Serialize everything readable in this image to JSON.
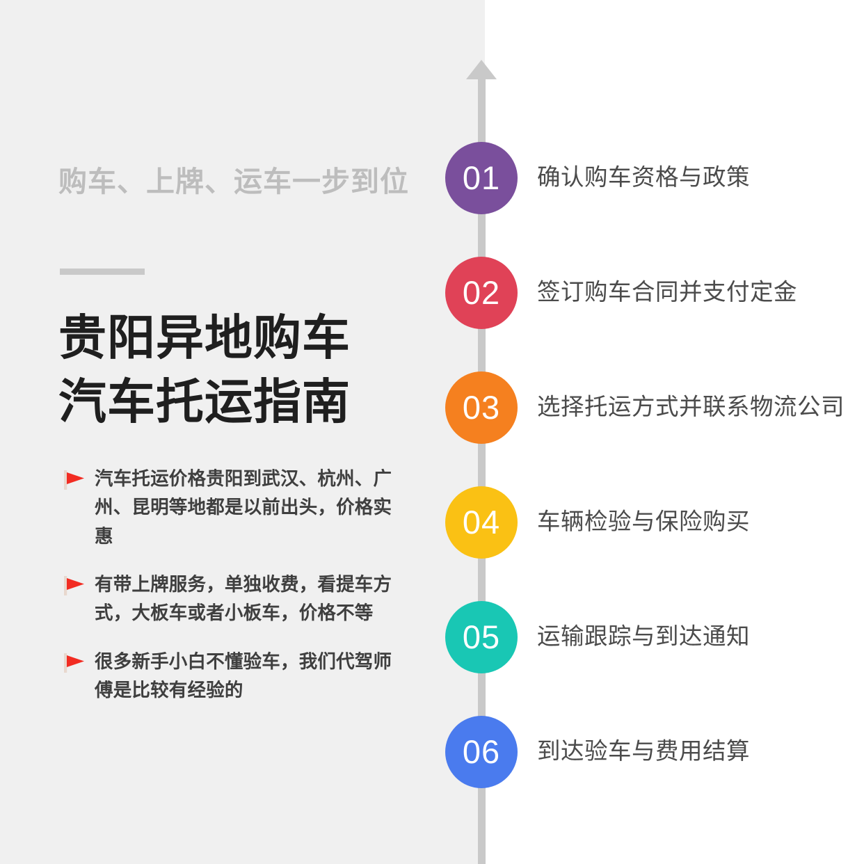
{
  "background": {
    "left_panel_color": "#f0f0f0",
    "right_panel_color": "#ffffff",
    "axis_color": "#c9c9c9"
  },
  "left": {
    "eyebrow": "购车、上牌、运车一步到位",
    "title_line1": "贵阳异地购车",
    "title_line2": "汽车托运指南",
    "title_color": "#1f1f1f",
    "eyebrow_color": "#bdbdbd",
    "bullets": [
      {
        "icon": "red-flag-icon",
        "text": "汽车托运价格贵阳到武汉、杭州、广州、昆明等地都是以前出头，价格实惠"
      },
      {
        "icon": "red-flag-icon",
        "text": "有带上牌服务，单独收费，看提车方式，大板车或者小板车，价格不等"
      },
      {
        "icon": "red-flag-icon",
        "text": "很多新手小白不懂验车，我们代驾师傅是比较有经验的"
      }
    ]
  },
  "timeline": {
    "arrow_direction": "up",
    "steps": [
      {
        "number": "01",
        "label": "确认购车资格与政策",
        "color": "#7a4f9c"
      },
      {
        "number": "02",
        "label": "签订购车合同并支付定金",
        "color": "#e04257"
      },
      {
        "number": "03",
        "label": "选择托运方式并联系物流公司",
        "color": "#f5801f"
      },
      {
        "number": "04",
        "label": "车辆检验与保险购买",
        "color": "#fac114"
      },
      {
        "number": "05",
        "label": "运输跟踪与到达通知",
        "color": "#19c7b4"
      },
      {
        "number": "06",
        "label": "到达验车与费用结算",
        "color": "#4a7bee"
      }
    ]
  }
}
